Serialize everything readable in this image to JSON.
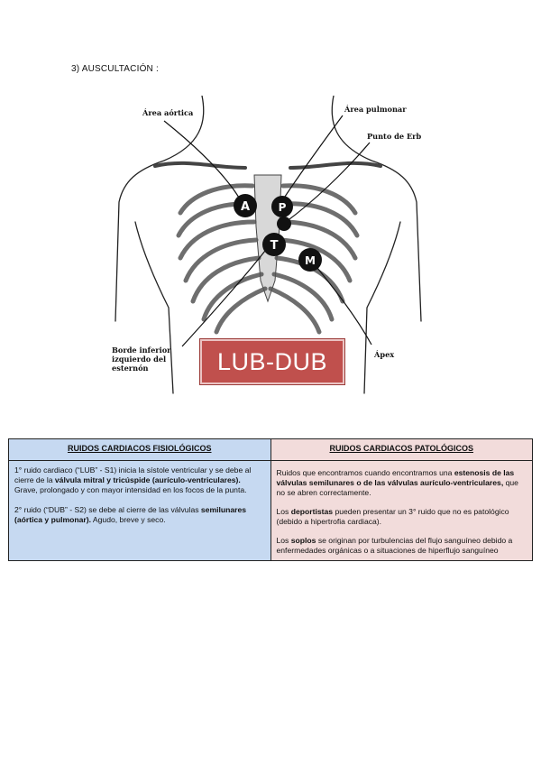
{
  "heading": "3)  AUSCULTACIÓN :",
  "figure": {
    "labels": {
      "aortic": "Área aórtica",
      "pulmonary": "Área pulmonar",
      "erb": "Punto de Erb",
      "lower_border_1": "Borde inferior",
      "lower_border_2": "izquierdo del",
      "lower_border_3": "esternón",
      "apex": "Ápex"
    },
    "markers": {
      "a": "A",
      "p": "P",
      "t": "T",
      "m": "M"
    },
    "banner": "LUB-DUB"
  },
  "table": {
    "phys_header": "RUIDOS CARDIACOS FISIOLÓGICOS",
    "path_header": "RUIDOS CARDIACOS PATOLÓGICOS",
    "phys": {
      "p1_a": "1° ruido cardiaco (“LUB” - S1) inicia la sístole ventricular y se debe al cierre de la ",
      "p1_b": "válvula mitral y tricúspide (aurículo-ventriculares).",
      "p1_c": "Grave, prolongado y con mayor intensidad en los focos de la punta.",
      "p2_a": "2° ruido (“DUB” - S2) se debe al cierre de las válvulas ",
      "p2_b": "semilunares (aórtica y pulmonar).",
      "p2_c": " Agudo, breve y seco."
    },
    "path": {
      "p1_a": "Ruidos que encontramos cuando encontramos una ",
      "p1_b": "estenosis de las válvulas semilunares o de las válvulas aurículo-ventriculares,",
      "p1_c": " que no se abren correctamente.",
      "p2_a": "Los ",
      "p2_b": "deportistas",
      "p2_c": " pueden presentar un 3° ruido que no es patológico (debido a hipertrofia cardiaca).",
      "p3_a": "Los ",
      "p3_b": "soplos",
      "p3_c": " se originan por turbulencias del flujo sanguíneo debido a enfermedades orgánicas o a situaciones de hiperflujo sanguíneo"
    }
  }
}
